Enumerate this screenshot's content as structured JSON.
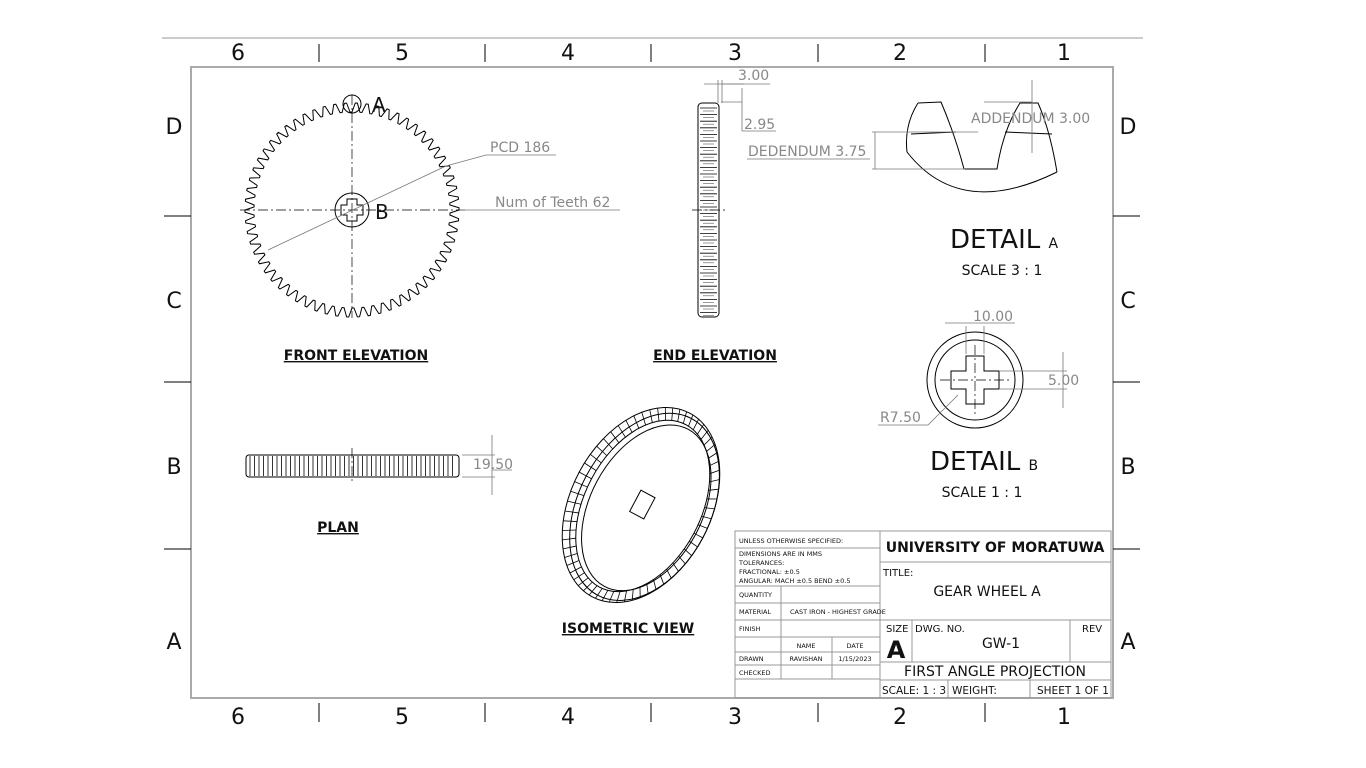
{
  "zones": {
    "columns": [
      "6",
      "5",
      "4",
      "3",
      "2",
      "1"
    ],
    "rows": [
      "D",
      "C",
      "B",
      "A"
    ]
  },
  "views": {
    "front": {
      "label": "FRONT ELEVATION",
      "pcd": "PCD 186",
      "teeth": "Num of Teeth 62",
      "detail_a_ref": "A",
      "detail_b_ref": "B",
      "teeth_count": 62
    },
    "end": {
      "label": "END ELEVATION",
      "dim_width": "3.00",
      "dim_depth": "2.95"
    },
    "plan": {
      "label": "PLAN",
      "dim_thickness": "19.50"
    },
    "iso": {
      "label": "ISOMETRIC VIEW"
    },
    "detail_a": {
      "title": "DETAIL",
      "letter": "A",
      "scale": "SCALE 3 : 1",
      "addendum": "ADDENDUM 3.00",
      "dedendum": "DEDENDUM 3.75"
    },
    "detail_b": {
      "title": "DETAIL",
      "letter": "B",
      "scale": "SCALE 1 : 1",
      "key_width": "10.00",
      "key_depth": "5.00",
      "radius": "R7.50"
    }
  },
  "title_block": {
    "unless": "UNLESS OTHERWISE SPECIFIED:",
    "dims": "DIMENSIONS ARE IN MMS",
    "tol": "TOLERANCES:",
    "fractional": "FRACTIONAL: ±0.5",
    "angular": "ANGULAR:  MACH ±0.5   BEND ±0.5",
    "quantity": "QUANTITY",
    "material": "MATERIAL",
    "material_value": "CAST IRON - HIGHEST GRADE",
    "finish": "FINISH",
    "name": "NAME",
    "date": "DATE",
    "drawn": "DRAWN",
    "drawn_name": "RAVISHAN",
    "drawn_date": "1/15/2023",
    "checked": "CHECKED",
    "company": "UNIVERSITY OF MORATUWA",
    "title_label": "TITLE:",
    "title": "GEAR WHEEL A",
    "size_label": "SIZE",
    "size": "A",
    "dwg_label": "DWG.  NO.",
    "dwg": "GW-1",
    "rev": "REV",
    "projection": "FIRST ANGLE PROJECTION",
    "scale": "SCALE: 1 : 3",
    "weight": "WEIGHT:",
    "sheet": "SHEET 1 OF 1"
  }
}
